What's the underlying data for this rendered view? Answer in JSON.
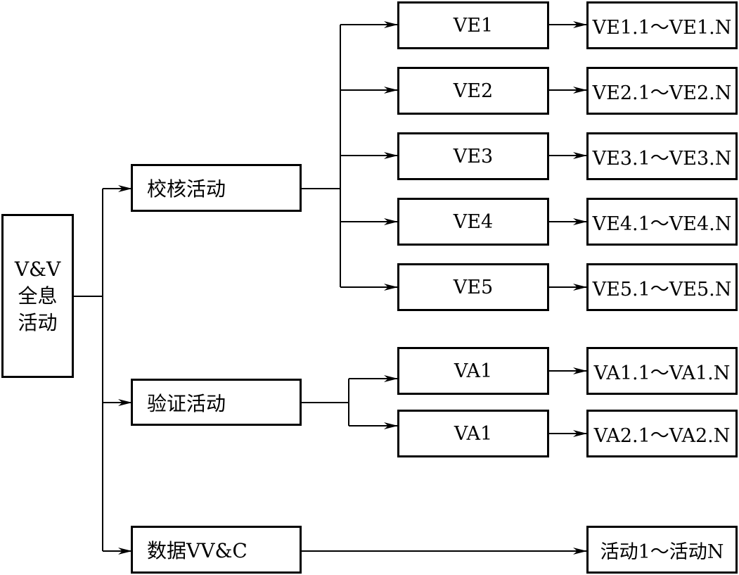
{
  "root": {
    "line1": "V&V",
    "line2": "全息",
    "line3": "活动"
  },
  "categories": {
    "verification": "校核活动",
    "validation": "验证活动",
    "data": "数据VV&C"
  },
  "verification_items": [
    {
      "label": "VE1",
      "range": "VE1.1～VE1.N"
    },
    {
      "label": "VE2",
      "range": "VE2.1～VE2.N"
    },
    {
      "label": "VE3",
      "range": "VE3.1～VE3.N"
    },
    {
      "label": "VE4",
      "range": "VE4.1～VE4.N"
    },
    {
      "label": "VE5",
      "range": "VE5.1～VE5.N"
    }
  ],
  "validation_items": [
    {
      "label": "VA1",
      "range": "VA1.1～VA1.N"
    },
    {
      "label": "VA1",
      "range": "VA2.1～VA2.N"
    }
  ],
  "data_item": {
    "range": "活动1～活动N"
  }
}
